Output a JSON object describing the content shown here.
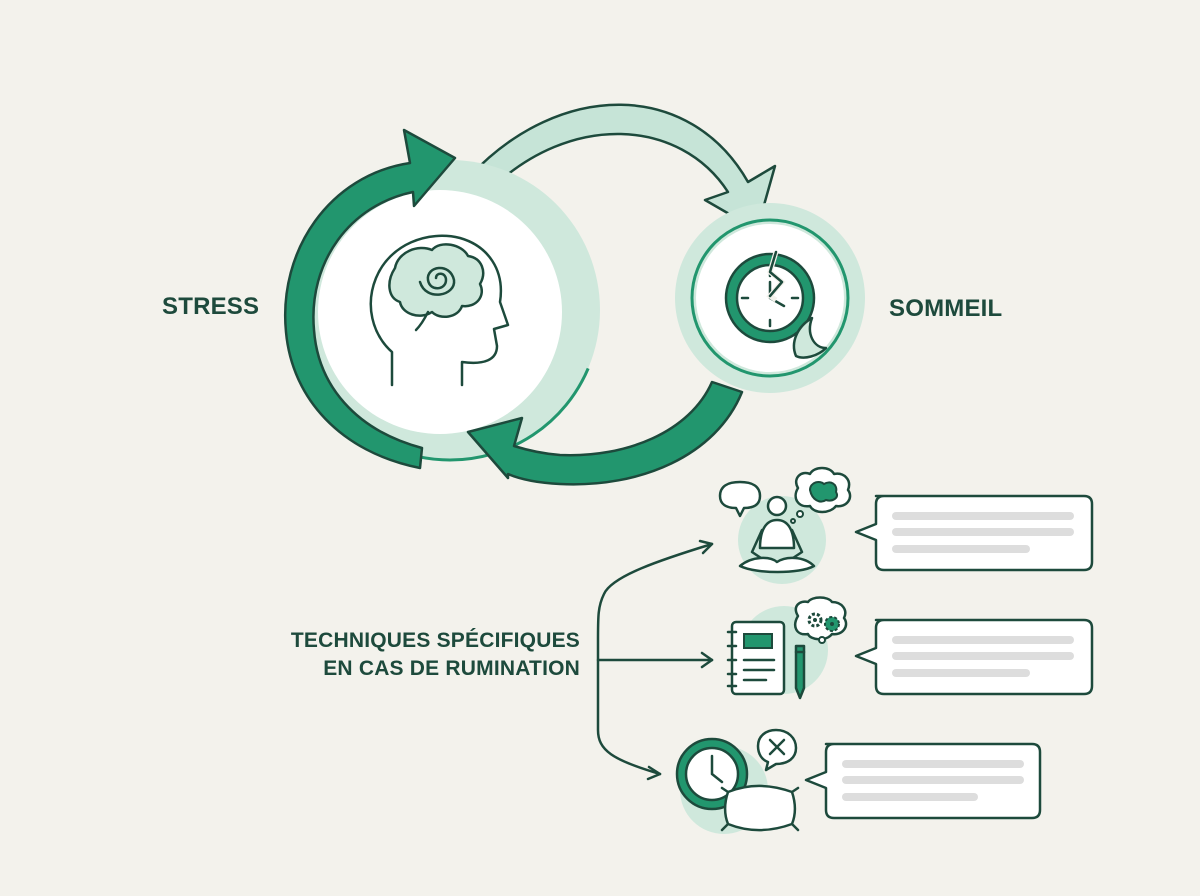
{
  "labels": {
    "stress": "STRESS",
    "sleep": "SOMMEIL",
    "techniques_line1": "TECHNIQUES SPÉCIFIQUES",
    "techniques_line2": "EN CAS DE RUMINATION"
  },
  "icons": {
    "stress": "head-brain-spiral-icon",
    "sleep": "broken-clock-moon-icon",
    "technique_1": "meditation-person-icon",
    "technique_2": "journal-notebook-icon",
    "technique_3": "clock-pillow-icon"
  },
  "colors": {
    "background": "#f3f2ec",
    "dark_green": "#1d4a3c",
    "primary_green": "#22966e",
    "light_green": "#c6e4d7",
    "placeholder_gray": "#dddddd"
  }
}
